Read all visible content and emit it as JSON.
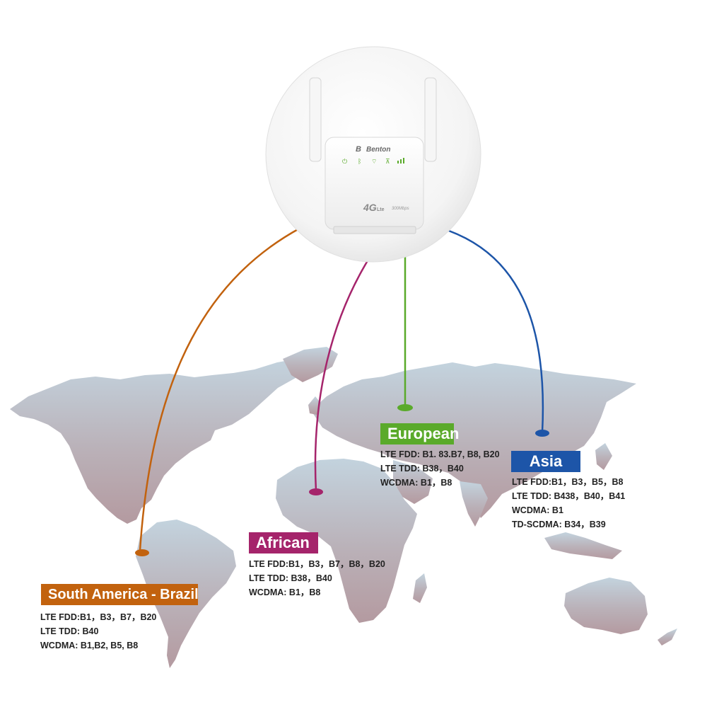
{
  "device": {
    "brand": "Benton",
    "badge": "4G",
    "badge_suffix": "Lte",
    "speed": "300Mbps",
    "leds": [
      "power-icon",
      "bluetooth-icon",
      "wifi-icon",
      "lan-icon",
      "signal-icon"
    ]
  },
  "regions": [
    {
      "id": "south-america",
      "title": "South America - Brazil",
      "color": "#c2620e",
      "lines": [
        "LTE FDD:B1，B3，B7，B20",
        "LTE TDD: B40",
        "WCDMA: B1,B2, B5, B8"
      ]
    },
    {
      "id": "african",
      "title": "African",
      "color": "#a5246b",
      "lines": [
        "LTE FDD:B1，B3，B7，B8，B20",
        "LTE TDD: B38，B40",
        "WCDMA: B1，B8"
      ]
    },
    {
      "id": "european",
      "title": "European",
      "color": "#5aaa2a",
      "lines": [
        "LTE FDD: B1. 83.B7, B8, B20",
        "LTE TDD: B38，B40",
        "WCDMA: B1，B8"
      ]
    },
    {
      "id": "asia",
      "title": "Asia",
      "color": "#1d55a8",
      "lines": [
        "LTE FDD:B1，B3，B5，B8",
        "LTE TDD: B438，B40，B41",
        "WCDMA: B1",
        "TD-SCDMA: B34，B39"
      ]
    }
  ]
}
